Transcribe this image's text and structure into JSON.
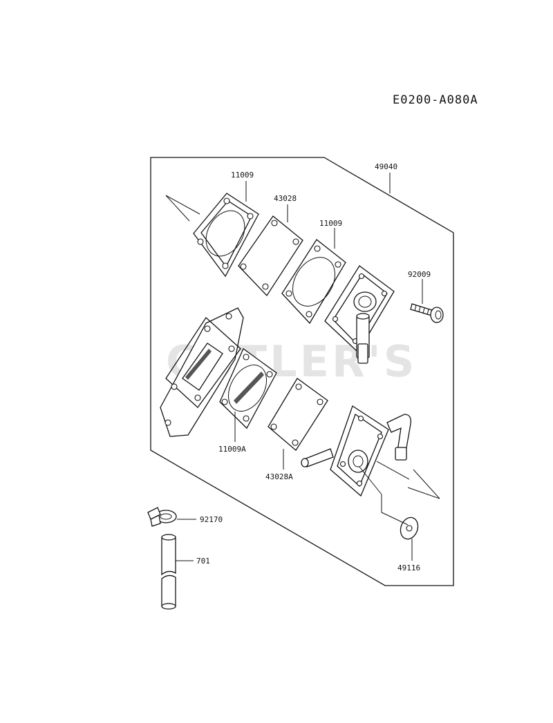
{
  "diagram_code": "E0200-A080A",
  "watermark": "CUTLER'S",
  "parts": [
    {
      "id": "p1",
      "number": "11009"
    },
    {
      "id": "p2",
      "number": "43028"
    },
    {
      "id": "p3",
      "number": "11009"
    },
    {
      "id": "p4",
      "number": "49040"
    },
    {
      "id": "p5",
      "number": "92009"
    },
    {
      "id": "p6",
      "number": "11009A"
    },
    {
      "id": "p7",
      "number": "43028A"
    },
    {
      "id": "p8",
      "number": "92170"
    },
    {
      "id": "p9",
      "number": "701"
    },
    {
      "id": "p10",
      "number": "49116"
    }
  ]
}
